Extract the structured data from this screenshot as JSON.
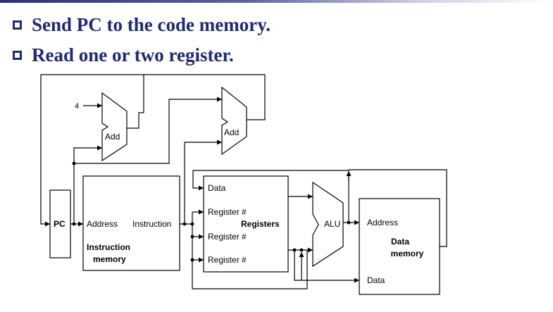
{
  "bullets": [
    {
      "text": "Send PC to the code memory."
    },
    {
      "text": "Read one or two register."
    }
  ],
  "diagram": {
    "const_four": "4",
    "adder_pc": "Add",
    "adder_branch": "Add",
    "pc": "PC",
    "instruction_memory": {
      "address_port": "Address",
      "instruction_port": "Instruction",
      "title_line1": "Instruction",
      "title_line2": "memory"
    },
    "registers": {
      "data_port": "Data",
      "reg1_port": "Register #",
      "reg2_port": "Register #",
      "reg3_port": "Register #",
      "title": "Registers"
    },
    "alu": "ALU",
    "data_memory": {
      "address_port": "Address",
      "data_port": "Data",
      "title_line1": "Data",
      "title_line2": "memory"
    }
  },
  "colors": {
    "bullet_text": "#1f2a78",
    "wire": "#000000"
  }
}
